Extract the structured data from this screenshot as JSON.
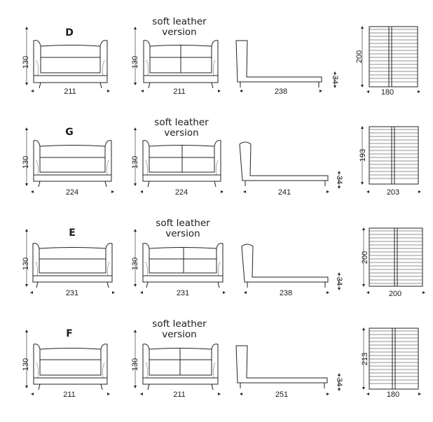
{
  "rows": [
    {
      "model": "D",
      "alt_version": [
        "soft leather",
        "version"
      ],
      "front_height": "130",
      "front_width": "211",
      "alt_height": "130",
      "alt_width": "211",
      "side_length": "238",
      "side_height": "34",
      "slat_height": "200",
      "slat_width": "180"
    },
    {
      "model": "G",
      "alt_version": [
        "soft leather",
        "version"
      ],
      "front_height": "130",
      "front_width": "224",
      "alt_height": "130",
      "alt_width": "224",
      "side_length": "241",
      "side_height": "34",
      "slat_height": "193",
      "slat_width": "203"
    },
    {
      "model": "E",
      "alt_version": [
        "soft leather",
        "version"
      ],
      "front_height": "130",
      "front_width": "231",
      "alt_height": "130",
      "alt_width": "231",
      "side_length": "238",
      "side_height": "34",
      "slat_height": "200",
      "slat_width": "200"
    },
    {
      "model": "F",
      "alt_version": [
        "soft leather",
        "version"
      ],
      "front_height": "130",
      "front_width": "211",
      "alt_height": "130",
      "alt_width": "211",
      "side_length": "251",
      "side_height": "34",
      "slat_height": "213",
      "slat_width": "180"
    }
  ]
}
